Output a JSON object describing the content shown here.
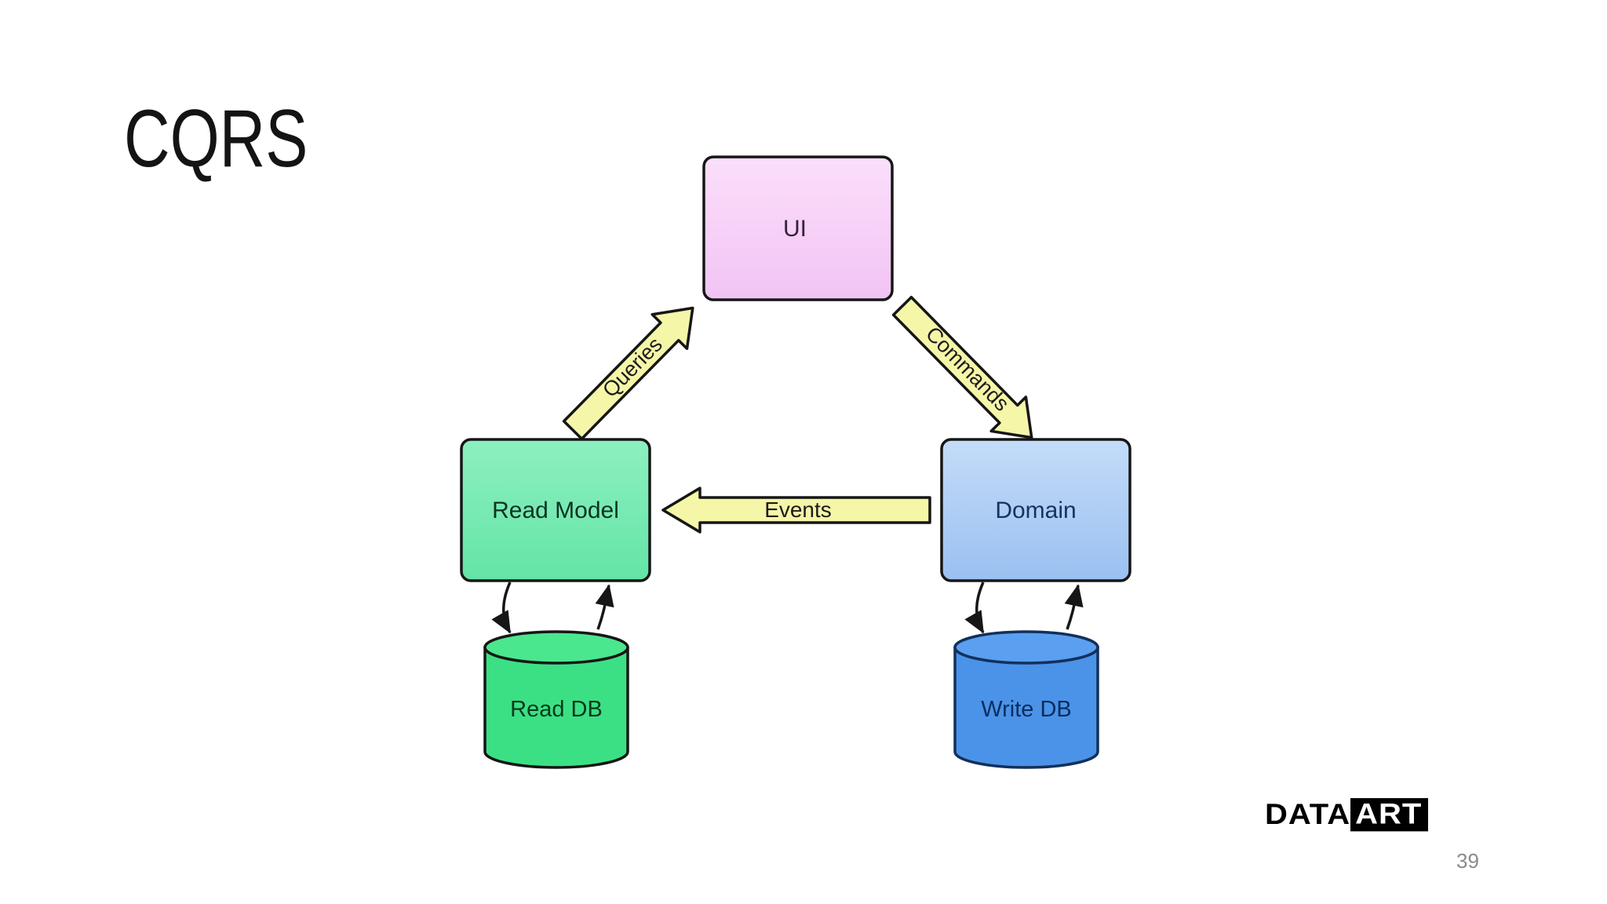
{
  "slide": {
    "title": "CQRS",
    "page_number": "39",
    "background_color": "#ffffff",
    "logo": {
      "text_black": "DATA",
      "text_inverse": "ART",
      "color": "#000000"
    }
  },
  "diagram": {
    "type": "architecture-diagram",
    "nodes": [
      {
        "id": "ui",
        "label": "UI",
        "shape": "box",
        "fill_top": "#fbdffb",
        "fill_bottom": "#f2c3f4",
        "label_color": "#33223a"
      },
      {
        "id": "read-model",
        "label": "Read Model",
        "shape": "box",
        "fill_top": "#8df0c0",
        "fill_bottom": "#63e4a6",
        "label_color": "#0b3320"
      },
      {
        "id": "domain",
        "label": "Domain",
        "shape": "box",
        "fill_top": "#c4dcf8",
        "fill_bottom": "#9ac0f1",
        "label_color": "#14335e"
      },
      {
        "id": "read-db",
        "label": "Read DB",
        "shape": "cylinder",
        "fill": "#3ce084",
        "fill_top": "#4ae78e",
        "label_color": "#06391d"
      },
      {
        "id": "write-db",
        "label": "Write DB",
        "shape": "cylinder",
        "fill": "#4b93e8",
        "fill_top": "#5b9ff0",
        "label_color": "#0a2d5e"
      }
    ],
    "arrows": [
      {
        "id": "queries",
        "label": "Queries",
        "from": "read-model",
        "to": "ui",
        "style": "block-arrow"
      },
      {
        "id": "commands",
        "label": "Commands",
        "from": "ui",
        "to": "domain",
        "style": "block-arrow"
      },
      {
        "id": "events",
        "label": "Events",
        "from": "domain",
        "to": "read-model",
        "style": "block-arrow"
      }
    ],
    "connectors": [
      {
        "from": "read-model",
        "to": "read-db"
      },
      {
        "from": "read-db",
        "to": "read-model"
      },
      {
        "from": "domain",
        "to": "write-db"
      },
      {
        "from": "write-db",
        "to": "domain"
      }
    ],
    "colors": {
      "block_arrow_fill": "#f6f6a9",
      "outline": "#161616"
    }
  }
}
